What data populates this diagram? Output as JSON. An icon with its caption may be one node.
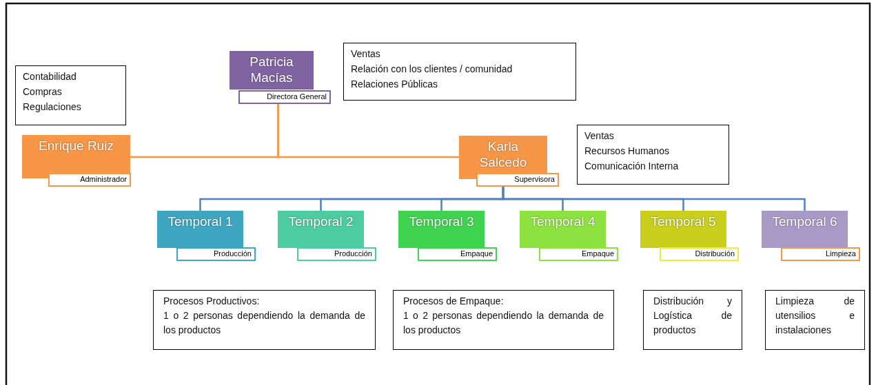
{
  "diagram": {
    "nodes": [
      {
        "text": [
          "Contabilidad",
          "Compras",
          "Regulaciones"
        ]
      },
      {
        "text": [
          "Patricia Macías",
          "Directora General"
        ]
      },
      {
        "text": [
          "Ventas",
          "Relación con los clientes / comunidad",
          "Relaciones Públicas"
        ]
      },
      {
        "text": [
          "Enrique Ruiz",
          "Administrador"
        ]
      },
      {
        "text": [
          "Karla Salcedo",
          "Supervisora"
        ]
      },
      {
        "text": [
          "Ventas",
          "Recursos Humanos",
          "Comunicación Interna"
        ]
      },
      {
        "text": [
          "Temporal 1",
          "Producción"
        ]
      },
      {
        "text": [
          "Temporal 2",
          "Producción"
        ]
      },
      {
        "text": [
          "Temporal 3",
          "Empaque"
        ]
      },
      {
        "text": [
          "Temporal 4",
          "Empaque"
        ]
      },
      {
        "text": [
          "Temporal 5",
          "Distribución"
        ]
      },
      {
        "text": [
          "Temporal 6",
          "Limpieza"
        ]
      },
      {
        "text": [
          "Procesos Productivos:",
          "1 o 2 personas dependiendo la demanda de los productos"
        ]
      },
      {
        "text": [
          "Procesos de Empaque:",
          "1 o 2 personas dependiendo la demanda de los productos"
        ]
      },
      {
        "text": [
          "Distribución y Logística de productos"
        ]
      },
      {
        "text": [
          "Limpieza de utensilios e instalaciones"
        ]
      }
    ],
    "edges": [
      {
        "from": 1,
        "to": 3,
        "arrow": "none",
        "color": "#f79646"
      },
      {
        "from": 1,
        "to": 4,
        "arrow": "none",
        "color": "#f79646"
      },
      {
        "from": 4,
        "to": 6,
        "arrow": "none"
      },
      {
        "from": 4,
        "to": 7,
        "arrow": "none"
      },
      {
        "from": 4,
        "to": 8,
        "arrow": "none"
      },
      {
        "from": 4,
        "to": 9,
        "arrow": "none"
      },
      {
        "from": 4,
        "to": 10,
        "arrow": "none"
      },
      {
        "from": 4,
        "to": 11,
        "arrow": "none"
      }
    ]
  }
}
